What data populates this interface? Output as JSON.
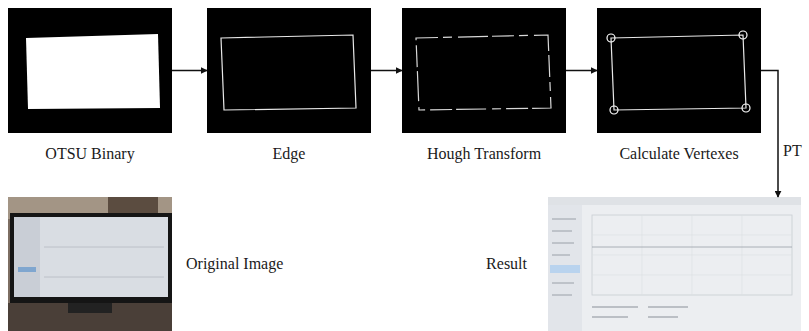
{
  "diagram": {
    "nodes": [
      {
        "text": [
          "OTSU Binary"
        ]
      },
      {
        "text": [
          "Edge"
        ]
      },
      {
        "text": [
          "Hough Transform"
        ]
      },
      {
        "text": [
          "Calculate Vertexes"
        ]
      },
      {
        "text": [
          "Original Image"
        ]
      },
      {
        "text": [
          "Result"
        ]
      }
    ],
    "edges": [
      {
        "from": 0,
        "to": 1,
        "arrow": "to"
      },
      {
        "from": 1,
        "to": 2,
        "arrow": "to"
      },
      {
        "from": 2,
        "to": 3,
        "arrow": "to"
      },
      {
        "from": 3,
        "to": 5,
        "label": "PT",
        "arrow": "to"
      }
    ]
  }
}
